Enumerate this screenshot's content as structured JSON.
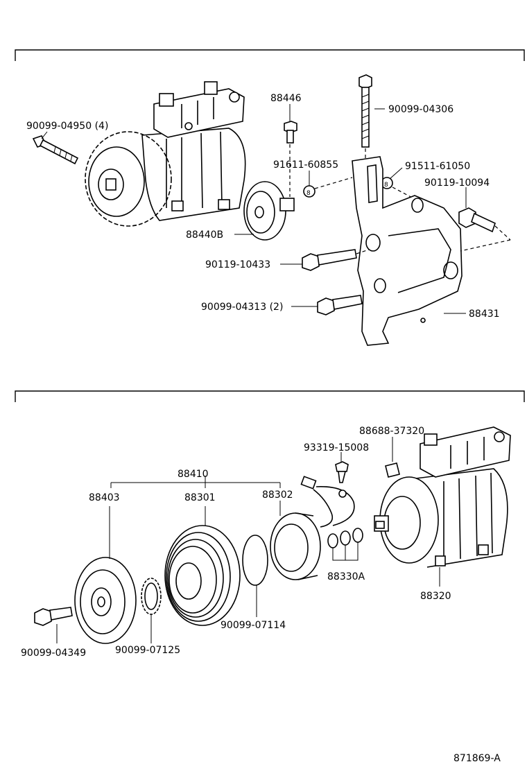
{
  "upper": {
    "labels": {
      "bolt_compressor": "90099-04950 (4)",
      "idler_bolt": "88446",
      "stud_bolt": "90099-04306",
      "pin_a": "91611-60855",
      "pin_b": "91511-61050",
      "bolt_bracket_top": "90119-10094",
      "idler_pulley": "88440B",
      "bolt_mid": "90119-10433",
      "bolt_low": "90099-04313 (2)",
      "bracket": "88431"
    }
  },
  "lower": {
    "labels": {
      "clutch_assy": "88410",
      "pressure_plate": "88403",
      "pulley": "88301",
      "stator": "88302",
      "holder": "88688-37320",
      "screw": "93319-15008",
      "shims": "88330A",
      "compressor": "88320",
      "snap_ring_outer": "90099-07114",
      "snap_ring_inner": "90099-07125",
      "bolt_center": "90099-04349"
    }
  },
  "footer": {
    "figure_code": "871869-A"
  }
}
